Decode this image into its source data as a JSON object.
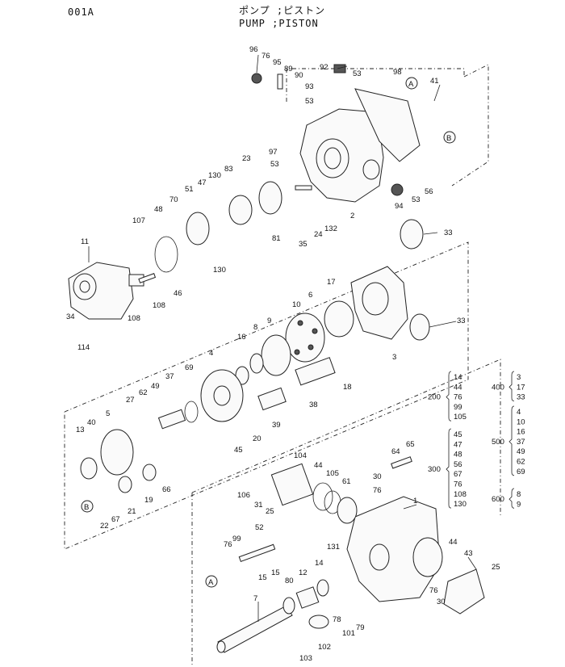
{
  "header": {
    "code": "001A",
    "title_jp": "ポンプ ;ピストン",
    "title_en": "PUMP ;PISTON"
  },
  "refs": {
    "A": "A",
    "B": "B"
  },
  "parts": {
    "p96": "96",
    "p76a": "76",
    "p95": "95",
    "p89": "89",
    "p90": "90",
    "p92": "92",
    "p53a": "53",
    "p98": "98",
    "p41": "41",
    "p93": "93",
    "p53b": "53",
    "p97": "97",
    "p53c": "53",
    "p23": "23",
    "p83": "83",
    "p130a": "130",
    "p47": "47",
    "p51": "51",
    "p70": "70",
    "p48": "48",
    "p107": "107",
    "p11": "11",
    "p34": "34",
    "p114": "114",
    "p108a": "108",
    "p108b": "108",
    "p46": "46",
    "p130b": "130",
    "p81": "81",
    "p35": "35",
    "p24": "24",
    "p132": "132",
    "p2": "2",
    "p56": "56",
    "p53d": "53",
    "p94": "94",
    "p33a": "33",
    "p17": "17",
    "p6": "6",
    "p10": "10",
    "p9": "9",
    "p8": "8",
    "p16": "16",
    "p4": "4",
    "p69": "69",
    "p37": "37",
    "p49": "49",
    "p62": "62",
    "p27": "27",
    "p5": "5",
    "p40": "40",
    "p13": "13",
    "p33b": "33",
    "p3": "3",
    "p18": "18",
    "p38": "38",
    "p39": "39",
    "p45": "45",
    "p20": "20",
    "p66": "66",
    "p19": "19",
    "p21": "21",
    "p67a": "67",
    "p22": "22",
    "p104": "104",
    "p44a": "44",
    "p105": "105",
    "p61": "61",
    "p106": "106",
    "p31": "31",
    "p25a": "25",
    "p64": "64",
    "p65": "65",
    "p30a": "30",
    "p76b": "76",
    "p1": "1",
    "p76c": "76",
    "p99": "99",
    "p52": "52",
    "p15a": "15",
    "p15b": "15",
    "p131": "131",
    "p14": "14",
    "p80": "80",
    "p12": "12",
    "p7": "7",
    "p78": "78",
    "p101": "101",
    "p79": "79",
    "p102": "102",
    "p103": "103",
    "p44b": "44",
    "p43": "43",
    "p25b": "25",
    "p76d": "76",
    "p30b": "30"
  },
  "kits": [
    {
      "id": "200",
      "members": [
        "14",
        "44",
        "76",
        "99",
        "105"
      ]
    },
    {
      "id": "400",
      "members": [
        "3",
        "17",
        "33"
      ]
    },
    {
      "id": "300",
      "members": [
        "45",
        "47",
        "48",
        "56",
        "67",
        "76",
        "108",
        "130"
      ]
    },
    {
      "id": "500",
      "members": [
        "4",
        "10",
        "16",
        "37",
        "49",
        "62",
        "69"
      ]
    },
    {
      "id": "600",
      "members": [
        "8",
        "9"
      ]
    }
  ]
}
